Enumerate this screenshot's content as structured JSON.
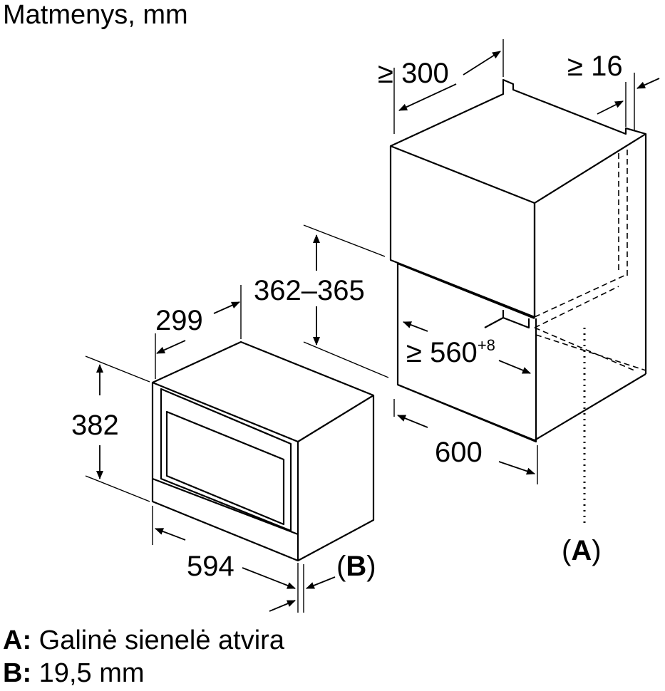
{
  "title": "Matmenys, mm",
  "dimensions": {
    "niche_depth": "≥ 300",
    "gap_16": "≥ 16",
    "niche_height": "362–365",
    "niche_width_inner": "≥ 560",
    "niche_width_inner_tol": "+8",
    "niche_width_outer": "600",
    "oven_depth": "299",
    "oven_height": "382",
    "oven_width": "594"
  },
  "markers": {
    "a": "(A)",
    "b": "(B)",
    "a_bold": "A",
    "b_bold": "B",
    "paren_open": "(",
    "paren_close": ")"
  },
  "legend": [
    {
      "key": "A:",
      "text": "Galinė sienelė atvira"
    },
    {
      "key": "B:",
      "text": "19,5 mm"
    }
  ]
}
